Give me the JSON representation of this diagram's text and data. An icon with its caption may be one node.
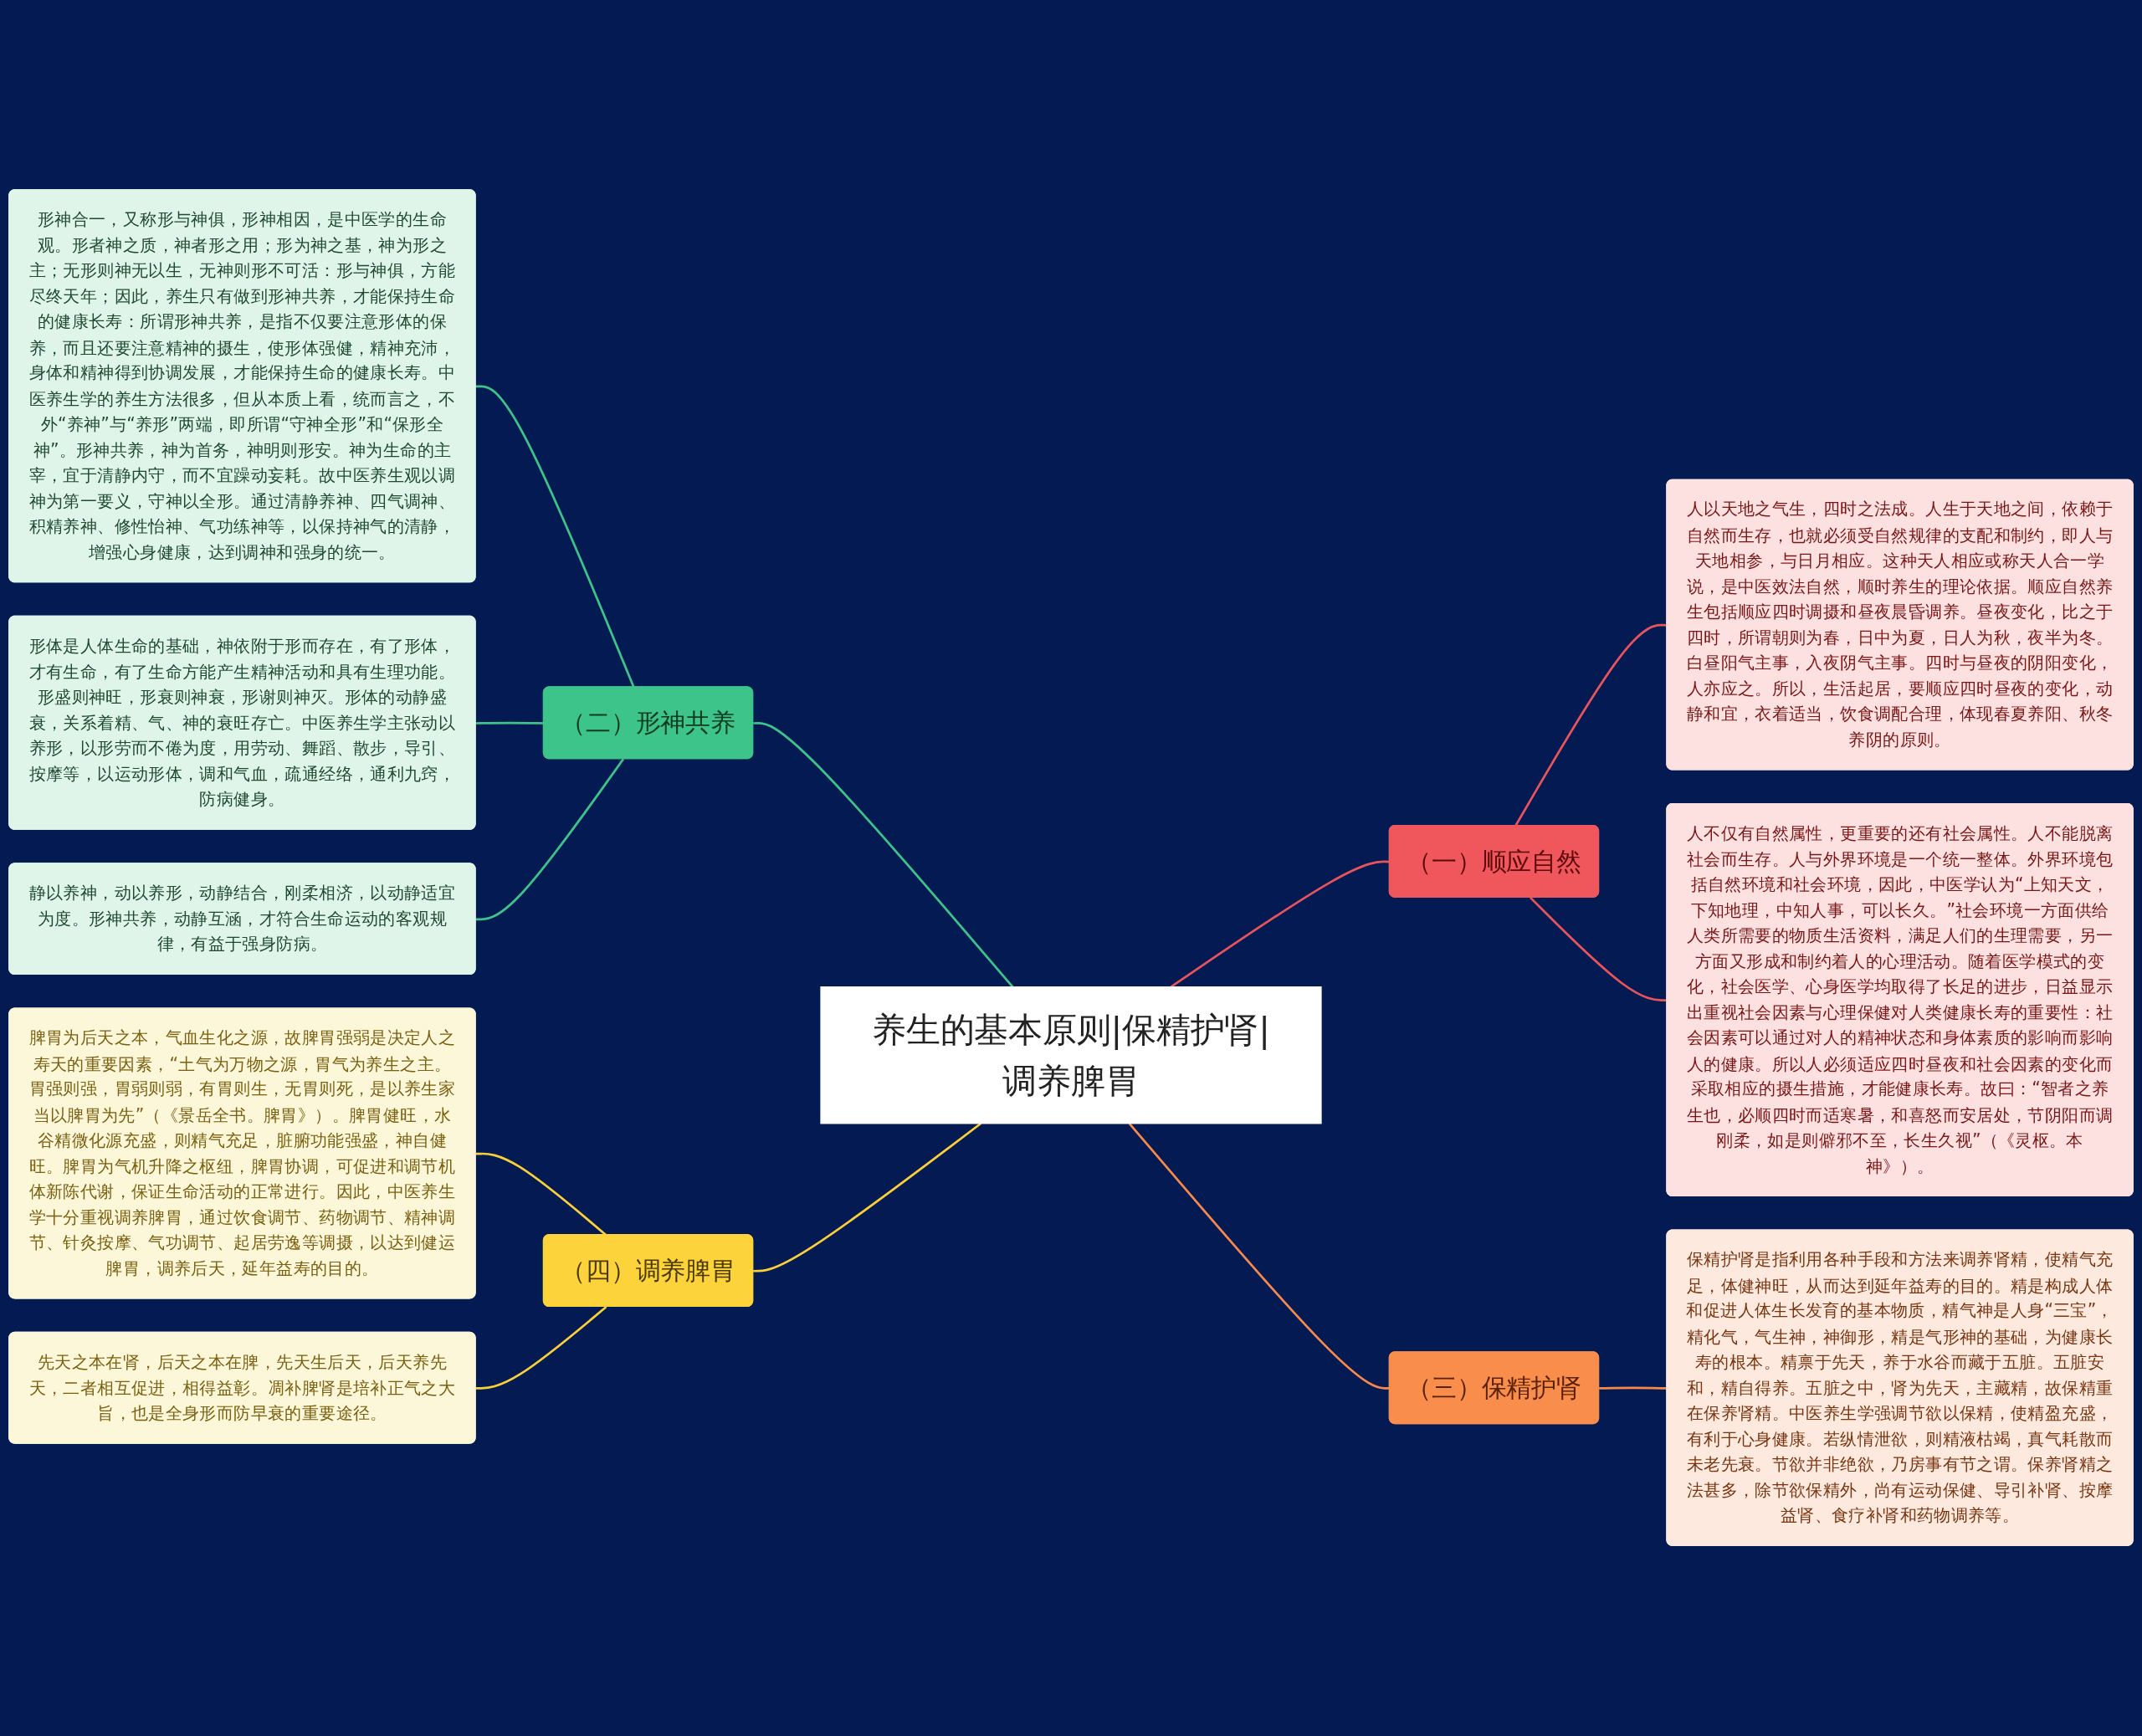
{
  "diagram": {
    "nodes": [
      {
        "text": [
          "养生的基本原则|保精护肾|调养脾胃"
        ]
      },
      {
        "text": [
          "（一）顺应自然"
        ]
      },
      {
        "text": [
          "人以天地之气生，四时之法成。人生于天地之间，依赖于自然而生存，也就必须受自然规律的支配和制约，即人与天地相参，与日月相应。这种天人相应或称天人合一学说，是中医效法自然，顺时养生的理论依据。顺应自然养生包括顺应四时调摄和昼夜晨昏调养。昼夜变化，比之于四时，所谓朝则为春，日中为夏，日人为秋，夜半为冬。白昼阳气主事，入夜阴气主事。四时与昼夜的阴阳变化，人亦应之。所以，生活起居，要顺应四时昼夜的变化，动静和宜，衣着适当，饮食调配合理，体现春夏养阳、秋冬养阴的原则。"
        ]
      },
      {
        "text": [
          "人不仅有自然属性，更重要的还有社会属性。人不能脱离社会而生存。人与外界环境是一个统一整体。外界环境包括自然环境和社会环境，因此，中医学认为“上知天文，下知地理，中知人事，可以长久。”社会环境一方面供给人类所需要的物质生活资料，满足人们的生理需要，另一方面又形成和制约着人的心理活动。随着医学模式的变化，社会医学、心身医学均取得了长足的进步，日益显示出重视社会因素与心理保健对人类健康长寿的重要性：社会因素可以通过对人的精神状态和身体素质的影响而影响人的健康。所以人必须适应四时昼夜和社会因素的变化而采取相应的摄生措施，才能健康长寿。故曰：“智者之养生也，必顺四时而适寒暑，和喜怒而安居处，节阴阳而调刚柔，如是则僻邪不至，长生久视”（《灵枢。本神》）。"
        ]
      },
      {
        "text": [
          "（二）形神共养"
        ]
      },
      {
        "text": [
          "形神合一，又称形与神俱，形神相因，是中医学的生命观。形者神之质，神者形之用；形为神之基，神为形之主；无形则神无以生，无神则形不可活：形与神俱，方能尽终天年；因此，养生只有做到形神共养，才能保持生命的健康长寿：所谓形神共养，是指不仅要注意形体的保养，而且还要注意精神的摄生，使形体强健，精神充沛，身体和精神得到协调发展，才能保持生命的健康长寿。中医养生学的养生方法很多，但从本质上看，统而言之，不外“养神”与“养形”两端，即所谓“守神全形”和“保形全神”。形神共养，神为首务，神明则形安。神为生命的主宰，宜于清静内守，而不宜躁动妄耗。故中医养生观以调神为第一要义，守神以全形。通过清静养神、四气调神、积精养神、修性怡神、气功练神等，以保持神气的清静，增强心身健康，达到调神和强身的统一。"
        ]
      },
      {
        "text": [
          "形体是人体生命的基础，神依附于形而存在，有了形体，才有生命，有了生命方能产生精神活动和具有生理功能。形盛则神旺，形衰则神衰，形谢则神灭。形体的动静盛衰，关系着精、气、神的衰旺存亡。中医养生学主张动以养形，以形劳而不倦为度，用劳动、舞蹈、散步，导引、按摩等，以运动形体，调和气血，疏通经络，通利九窍，防病健身。"
        ]
      },
      {
        "text": [
          "静以养神，动以养形，动静结合，刚柔相济，以动静适宜为度。形神共养，动静互涵，才符合生命运动的客观规律，有益于强身防病。"
        ]
      },
      {
        "text": [
          "（三）保精护肾"
        ]
      },
      {
        "text": [
          "保精护肾是指利用各种手段和方法来调养肾精，使精气充足，体健神旺，从而达到延年益寿的目的。精是构成人体和促进人体生长发育的基本物质，精气神是人身“三宝”，精化气，气生神，神御形，精是气形神的基础，为健康长寿的根本。精禀于先天，养于水谷而藏于五脏。五脏安和，精自得养。五脏之中，肾为先天，主藏精，故保精重在保养肾精。中医养生学强调节欲以保精，使精盈充盛，有利于心身健康。若纵情泄欲，则精液枯竭，真气耗散而未老先衰。节欲并非绝欲，乃房事有节之谓。保养肾精之法甚多，除节欲保精外，尚有运动保健、导引补肾、按摩益肾、食疗补肾和药物调养等。"
        ]
      },
      {
        "text": [
          "（四）调养脾胃"
        ]
      },
      {
        "text": [
          "脾胃为后天之本，气血生化之源，故脾胃强弱是决定人之寿天的重要因素，“土气为万物之源，胃气为养生之主。胃强则强，胃弱则弱，有胃则生，无胃则死，是以养生家当以脾胃为先”（《景岳全书。脾胃》）。脾胃健旺，水谷精微化源充盛，则精气充足，脏腑功能强盛，神自健旺。脾胃为气机升降之枢纽，脾胃协调，可促进和调节机体新陈代谢，保证生命活动的正常进行。因此，中医养生学十分重视调养脾胃，通过饮食调节、药物调节、精神调节、针灸按摩、气功调节、起居劳逸等调摄，以达到健运脾胃，调养后天，延年益寿的目的。"
        ]
      },
      {
        "text": [
          "先天之本在肾，后天之本在脾，先天生后天，后天养先天，二者相互促进，相得益彰。凋补脾肾是培补正气之大旨，也是全身形而防早衰的重要途径。"
        ]
      }
    ],
    "edges": [
      {
        "from": 0,
        "to": 1,
        "arrow": "none",
        "color": "#e8545c"
      },
      {
        "from": 1,
        "to": 2,
        "arrow": "none",
        "color": "#e8545c"
      },
      {
        "from": 1,
        "to": 3,
        "arrow": "none",
        "color": "#e8545c"
      },
      {
        "from": 4,
        "to": 0,
        "arrow": "none",
        "color": "#3cc48a"
      },
      {
        "from": 5,
        "to": 4,
        "arrow": "none",
        "color": "#3cc48a"
      },
      {
        "from": 6,
        "to": 4,
        "arrow": "none",
        "color": "#3cc48a"
      },
      {
        "from": 7,
        "to": 4,
        "arrow": "none",
        "color": "#3cc48a"
      },
      {
        "from": 0,
        "to": 8,
        "arrow": "none",
        "color": "#f7894a"
      },
      {
        "from": 8,
        "to": 9,
        "arrow": "none",
        "color": "#f7894a"
      },
      {
        "from": 10,
        "to": 0,
        "arrow": "none",
        "color": "#f9cf3a"
      },
      {
        "from": 11,
        "to": 10,
        "arrow": "none",
        "color": "#f9cf3a"
      },
      {
        "from": 12,
        "to": 10,
        "arrow": "none",
        "color": "#f9cf3a"
      }
    ]
  }
}
